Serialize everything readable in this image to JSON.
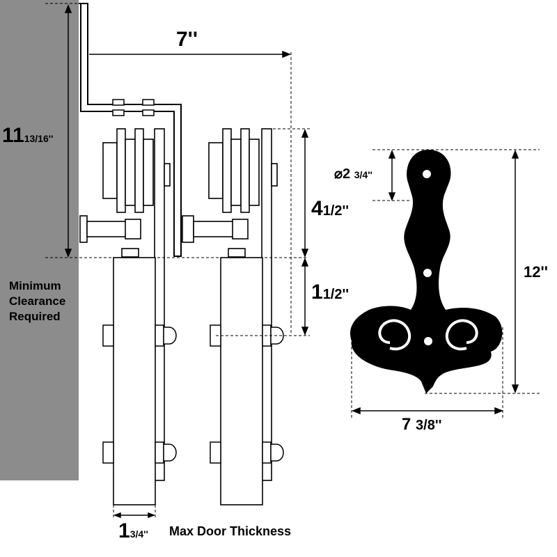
{
  "diagram": {
    "dimensions": {
      "width_7": {
        "main": "7''",
        "frac": ""
      },
      "height_11": {
        "main": "11",
        "frac": "13/16''"
      },
      "track_4": {
        "main": "4",
        "frac": "1/2''"
      },
      "drop_1": {
        "main": "1",
        "frac": "1/2''"
      },
      "wheel_dia": {
        "prefix": "⌀",
        "main": "2",
        "frac": "3/4''"
      },
      "hanger_12": {
        "main": "12''",
        "frac": ""
      },
      "hanger_width": {
        "main": "7",
        "frac": "3/8''"
      },
      "door_thickness": {
        "main": "1",
        "frac": "3/4''"
      }
    },
    "notes": {
      "clearance": [
        "Minimum",
        "Clearance",
        "Required"
      ],
      "max_door": "Max Door Thickness"
    },
    "colors": {
      "wall": "#8c8c8c",
      "line": "#000000",
      "fill": "#ffffff",
      "hanger": "#000000"
    }
  }
}
